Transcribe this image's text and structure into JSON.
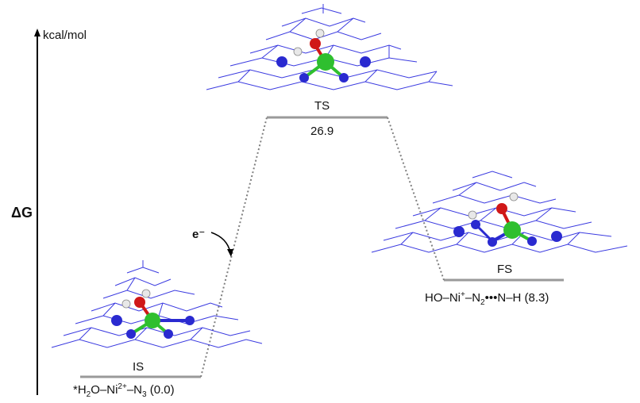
{
  "axis": {
    "unit": "kcal/mol",
    "title": "ΔG"
  },
  "electron_label": "e⁻",
  "states": {
    "ts": {
      "name": "TS",
      "energy_text": "26.9",
      "energy": 26.9
    },
    "is": {
      "name": "IS",
      "species_prefix": "*H",
      "sub1": "2",
      "mid1": "O–Ni",
      "sup1": "2+",
      "mid2": "–N",
      "sub2": "3",
      "value": " (0.0)",
      "energy": 0.0
    },
    "fs": {
      "name": "FS",
      "species_prefix": "HO–Ni",
      "sup1": "+",
      "mid1": "–N",
      "sub1": "2",
      "mid2": "•••N–H",
      "value": " (8.3)",
      "energy": 8.3
    }
  },
  "colors": {
    "level": "#9a9a9a",
    "path": "#8a8a8a",
    "nitrogen": "#2a2ad0",
    "nickel": "#2fbf2f",
    "oxygen": "#d01818",
    "hydrogen": "#e8e8e8",
    "lattice": "#3a3ae0"
  }
}
